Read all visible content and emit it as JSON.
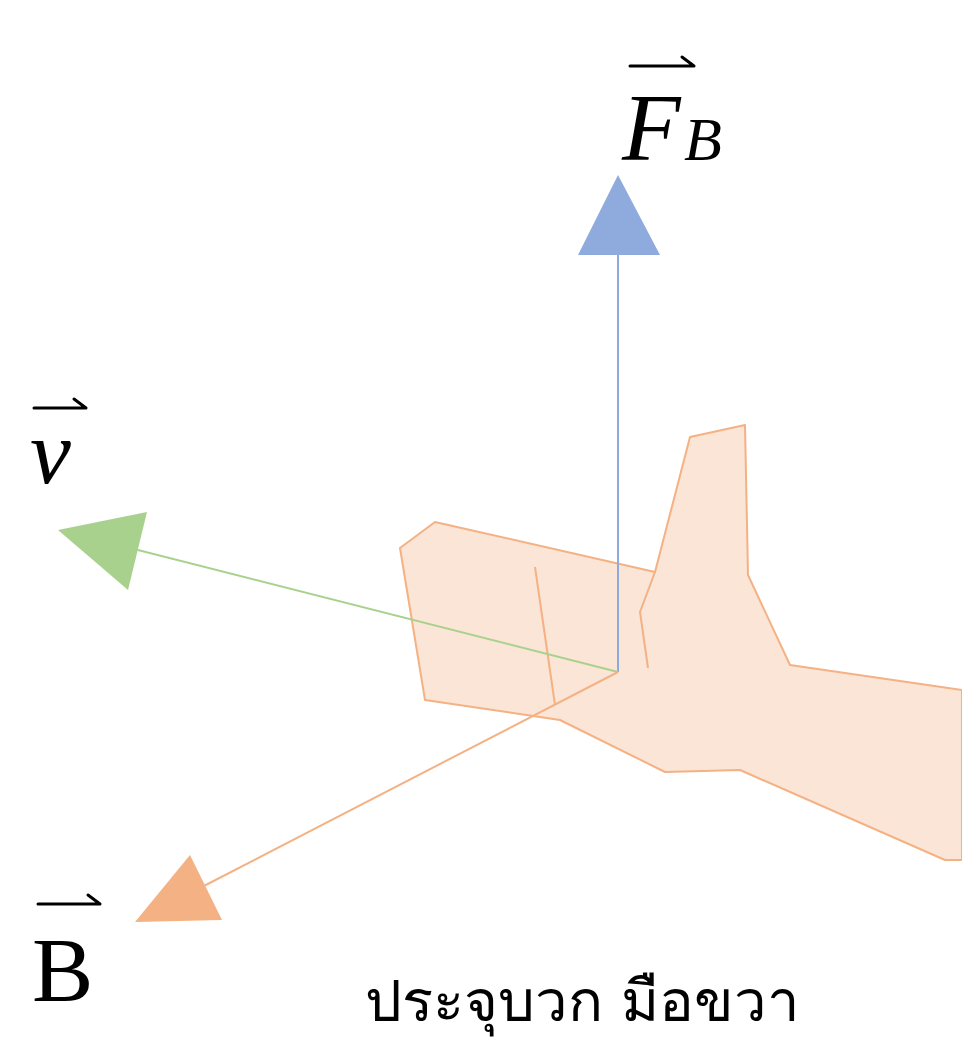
{
  "diagram": {
    "labels": [
      "F",
      "B",
      "v",
      "B",
      "ประจุบวก มือขวา"
    ]
  }
}
